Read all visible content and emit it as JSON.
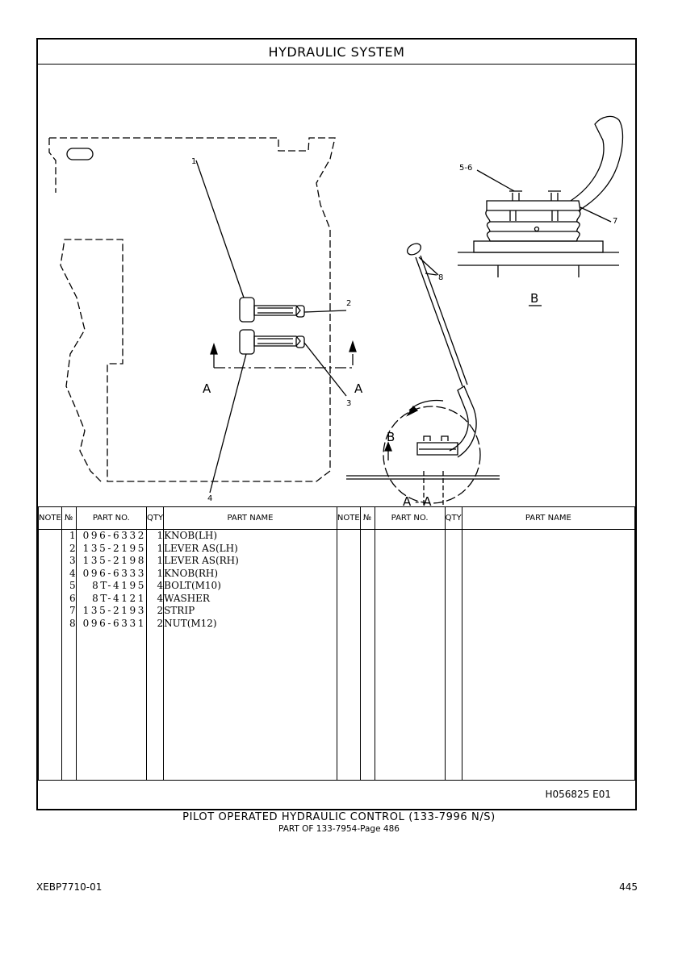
{
  "header": {
    "title": "HYDRAULIC SYSTEM"
  },
  "callouts": [
    "1",
    "2",
    "3",
    "4",
    "5-6",
    "7",
    "8"
  ],
  "view_labels": {
    "section_left": "A",
    "section_right": "A",
    "view_b_marker": "B",
    "view_b": "B",
    "section_aa": "A - A"
  },
  "table": {
    "headers": {
      "note": "NOTE",
      "no": "№",
      "part_no": "PART NO.",
      "qty": "QTY",
      "part_name": "PART NAME"
    },
    "rows": [
      {
        "no": "1",
        "part_no": "096-6332",
        "qty": "1",
        "name": "KNOB(LH)"
      },
      {
        "no": "2",
        "part_no": "135-2195",
        "qty": "1",
        "name": "LEVER AS(LH)"
      },
      {
        "no": "3",
        "part_no": "135-2198",
        "qty": "1",
        "name": "LEVER AS(RH)"
      },
      {
        "no": "4",
        "part_no": "096-6333",
        "qty": "1",
        "name": "KNOB(RH)"
      },
      {
        "no": "5",
        "part_no": "8T-4195",
        "qty": "4",
        "name": "BOLT(M10)"
      },
      {
        "no": "6",
        "part_no": "8T-4121",
        "qty": "4",
        "name": "WASHER"
      },
      {
        "no": "7",
        "part_no": "135-2193",
        "qty": "2",
        "name": "STRIP"
      },
      {
        "no": "8",
        "part_no": "096-6331",
        "qty": "2",
        "name": "NUT(M12)"
      }
    ]
  },
  "drawing_number": "H056825  E01",
  "caption": {
    "line1": "PILOT OPERATED HYDRAULIC CONTROL (133-7996 N/S)",
    "line2": "PART OF 133-7954-Page 486"
  },
  "footer": {
    "doc_id": "XEBP7710-01",
    "page": "445"
  }
}
